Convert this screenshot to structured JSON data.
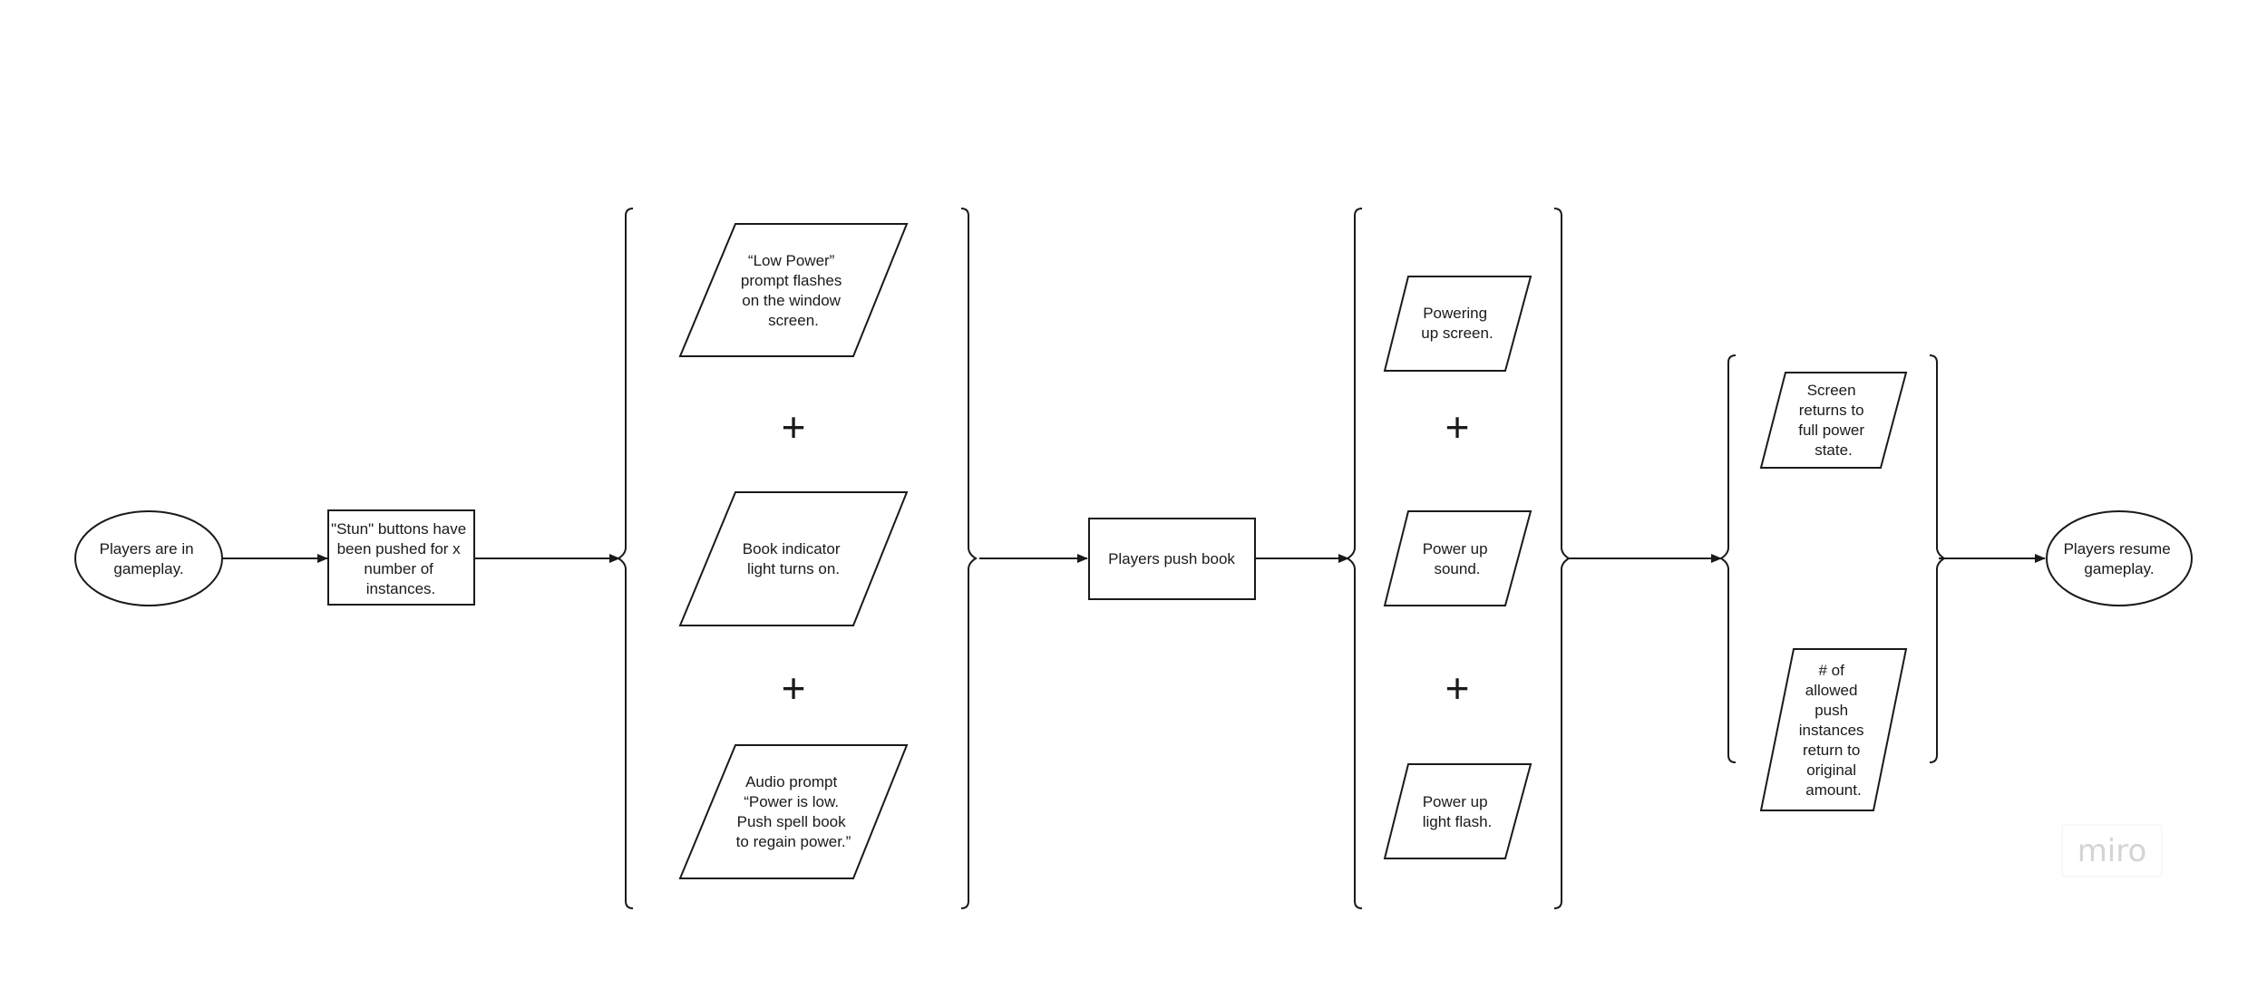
{
  "nodes": {
    "start": [
      "Players are in",
      "gameplay."
    ],
    "stun": [
      "\"Stun\" buttons have",
      "been pushed for x",
      "number of",
      "instances."
    ],
    "low_power": [
      "“Low Power”",
      "prompt flashes",
      "on the window",
      "screen."
    ],
    "book_indicator": [
      "Book indicator",
      "light turns on."
    ],
    "audio_prompt": [
      "Audio prompt",
      "“Power is low.",
      "Push spell book",
      "to regain power.”"
    ],
    "push_book": [
      "Players push book"
    ],
    "powering_screen": [
      "Powering",
      "up screen."
    ],
    "power_sound": [
      "Power up",
      "sound."
    ],
    "power_flash": [
      "Power up",
      "light flash."
    ],
    "screen_returns": [
      "Screen",
      "returns to",
      "full power",
      "state."
    ],
    "allowed_push": [
      "# of",
      "allowed",
      "push",
      "instances",
      "return to",
      "original",
      "amount."
    ],
    "end": [
      "Players resume",
      "gameplay."
    ]
  },
  "operators": {
    "plus": "+"
  },
  "watermark": "miro",
  "colors": {
    "stroke": "#1a1a1a",
    "background": "#ffffff",
    "watermark": "#d4d4d4"
  }
}
